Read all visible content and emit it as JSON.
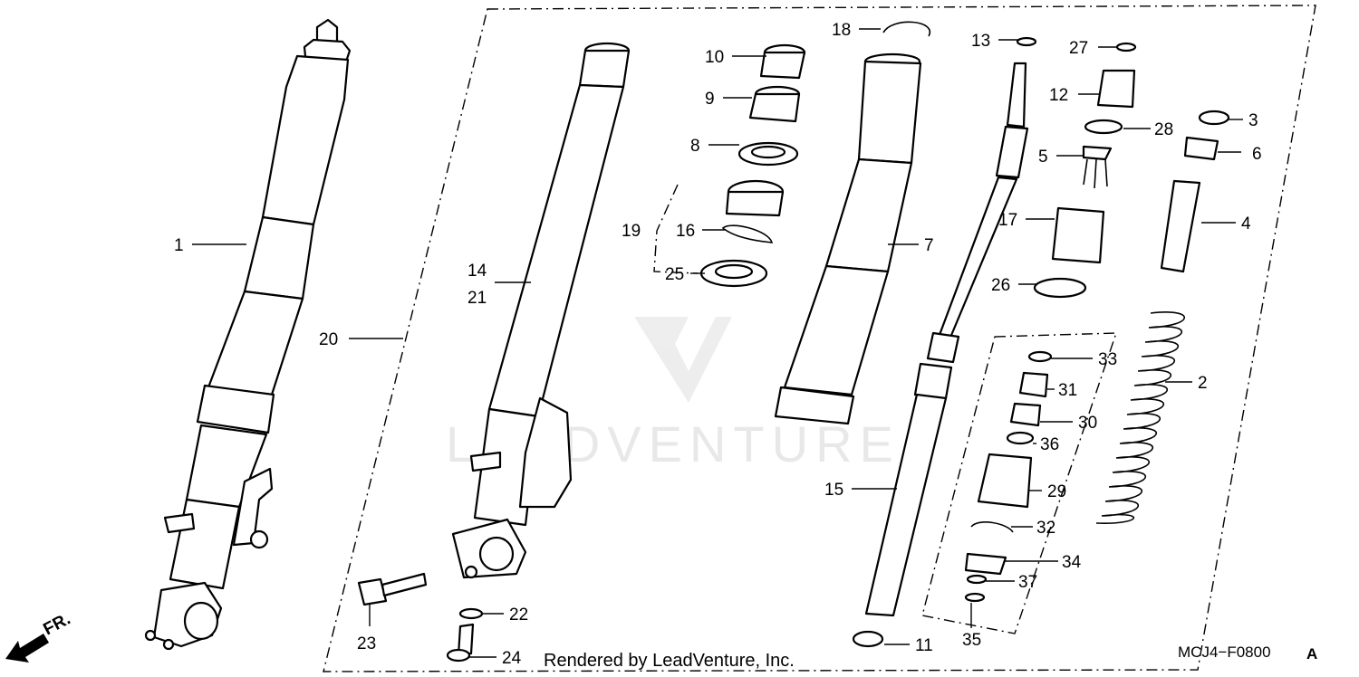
{
  "diagram": {
    "part_labels": [
      "1",
      "2",
      "3",
      "4",
      "5",
      "6",
      "7",
      "8",
      "9",
      "10",
      "11",
      "12",
      "13",
      "14",
      "15",
      "16",
      "17",
      "18",
      "19",
      "20",
      "21",
      "22",
      "23",
      "24",
      "25",
      "26",
      "27",
      "28",
      "29",
      "30",
      "31",
      "32",
      "33",
      "34",
      "35",
      "36",
      "37"
    ],
    "diagram_code": "MCJ4−F0800",
    "diagram_code_suffix": "A",
    "front_indicator": "FR.",
    "rendered_by": "Rendered by LeadVenture, Inc.",
    "watermark": "LEADVENTURE"
  }
}
